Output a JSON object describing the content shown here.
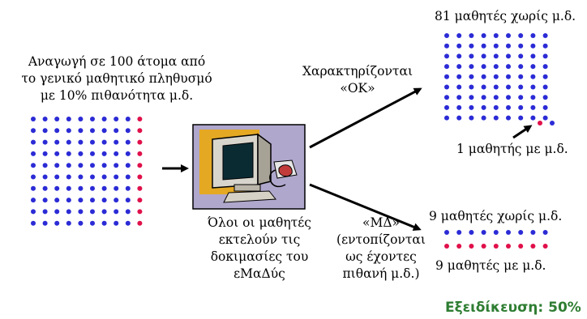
{
  "population": {
    "label_lines": [
      "Αναγωγή σε 100 άτομα από",
      "το γενικό μαθητικό πληθυσμό",
      "με 10% πιθανότητα μ.δ."
    ],
    "total": 100,
    "with_ld": 10
  },
  "process": {
    "label_lines": [
      "Όλοι οι μαθητές",
      "εκτελούν τις",
      "δοκιμασίες του",
      "εΜαΔύς"
    ]
  },
  "ok_branch": {
    "label_lines": [
      "Χαρακτηρίζονται",
      "«ΟΚ»"
    ],
    "top_label": "81 μαθητές χωρίς μ.δ.",
    "bottom_label": "1 μαθητής με μ.δ.",
    "without_ld": 81,
    "with_ld": 1
  },
  "md_branch": {
    "label_lines": [
      "«ΜΔ»",
      "(εντοπίζονται",
      "ως έχοντες",
      "πιθανή μ.δ.)"
    ],
    "top_label": "9 μαθητές χωρίς μ.δ.",
    "bottom_label": "9 μαθητές με μ.δ.",
    "without_ld": 9,
    "with_ld": 9
  },
  "specificity": "Εξειδίκευση: 50%",
  "colors": {
    "blue_dot": "#2b2bd6",
    "red_dot": "#e0104a",
    "specificity_text": "#2e7d32"
  },
  "icon": "computer-user-icon"
}
